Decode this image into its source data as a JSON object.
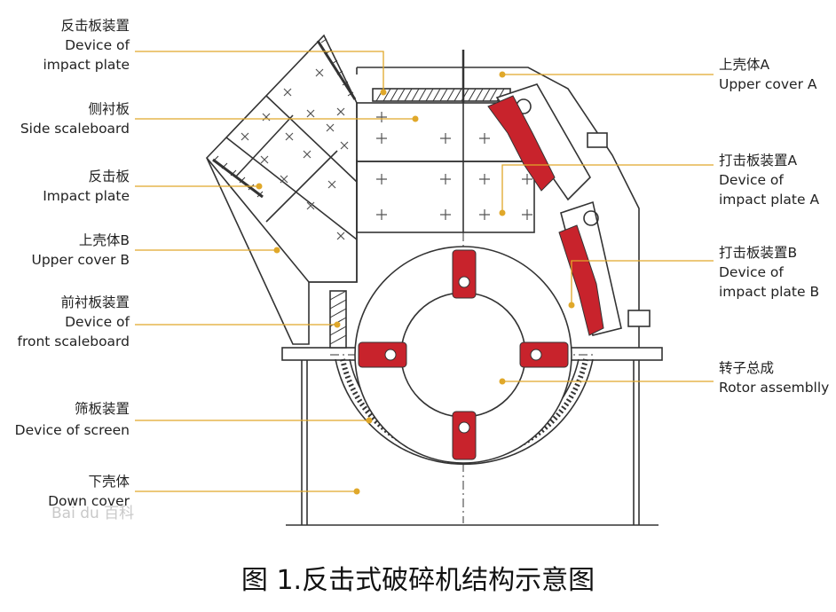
{
  "colors": {
    "leader": "#e0a82a",
    "dot": "#e0a82a",
    "rotor": "#c8232c",
    "line": "#333333",
    "fill": "#ffffff"
  },
  "labels": {
    "impact_plate_device": {
      "zh": "反击板装置",
      "en1": "Device of",
      "en2": "impact plate"
    },
    "side_scaleboard": {
      "zh": "侧衬板",
      "en1": "Side scaleboard"
    },
    "impact_plate": {
      "zh": "反击板",
      "en1": "Impact plate"
    },
    "upper_cover_b": {
      "zh": "上壳体B",
      "en1": "Upper cover B"
    },
    "front_scaleboard": {
      "zh": "前衬板装置",
      "en1": "Device of",
      "en2": "front scaleboard"
    },
    "screen": {
      "zh": "筛板装置",
      "en1": "Device of screen"
    },
    "down_cover": {
      "zh": "下壳体",
      "en1": "Down cover"
    },
    "upper_cover_a": {
      "zh": "上壳体A",
      "en1": "Upper cover A"
    },
    "hammer_a": {
      "zh": "打击板装置A",
      "en1": "Device of",
      "en2": "impact plate A"
    },
    "hammer_b": {
      "zh": "打击板装置B",
      "en1": "Device of",
      "en2": "impact plate B"
    },
    "rotor": {
      "zh": "转子总成",
      "en1": "Rotor assemblly"
    }
  },
  "watermark": "Bai du 百科",
  "caption": "图 1.反击式破碎机结构示意图"
}
